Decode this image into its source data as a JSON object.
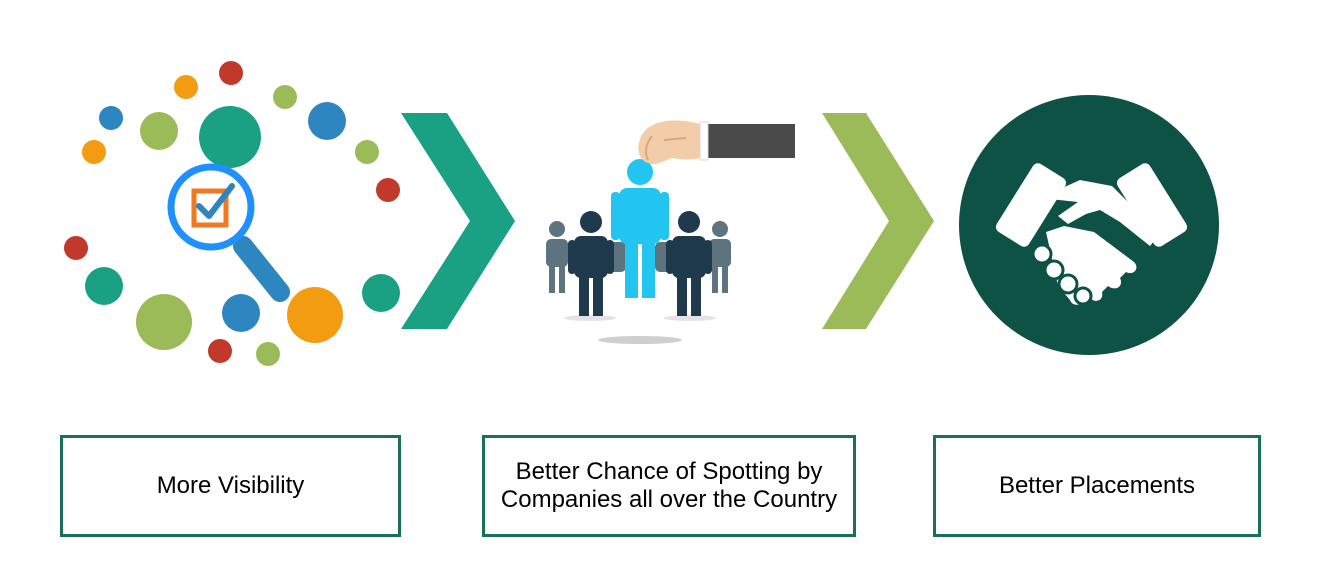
{
  "steps": [
    {
      "label_lines": [
        "More Visibility"
      ],
      "icon": "magnifier-checklist-icon"
    },
    {
      "label_lines": [
        "Better Chance of Spotting by",
        "Companies all over the Country"
      ],
      "icon": "hand-picking-person-icon"
    },
    {
      "label_lines": [
        "Better Placements"
      ],
      "icon": "handshake-icon"
    }
  ],
  "colors": {
    "teal": "#1aa184",
    "olive_green": "#9bbb59",
    "dark_green": "#0d5244",
    "box_border": "#1a6e5a",
    "blue": "#2e86c1",
    "orange": "#f39c12",
    "red": "#c0392b",
    "cyan_person": "#22c4f0",
    "navy_person": "#1f3a4d",
    "grey_person": "#5e7380"
  }
}
